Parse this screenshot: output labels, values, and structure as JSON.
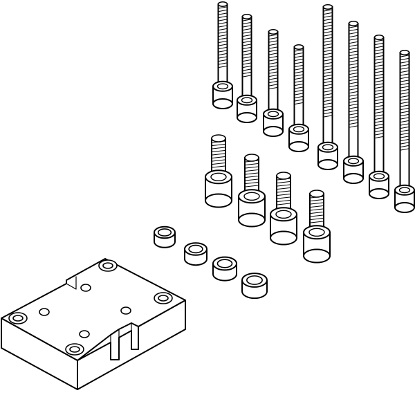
{
  "drawing": {
    "line_color": "#000000",
    "fill_color": "#ffffff",
    "parts": {
      "long_screws": 8,
      "short_screws": 4,
      "centering_sleeves": 4,
      "adapter_plates": 1
    }
  }
}
